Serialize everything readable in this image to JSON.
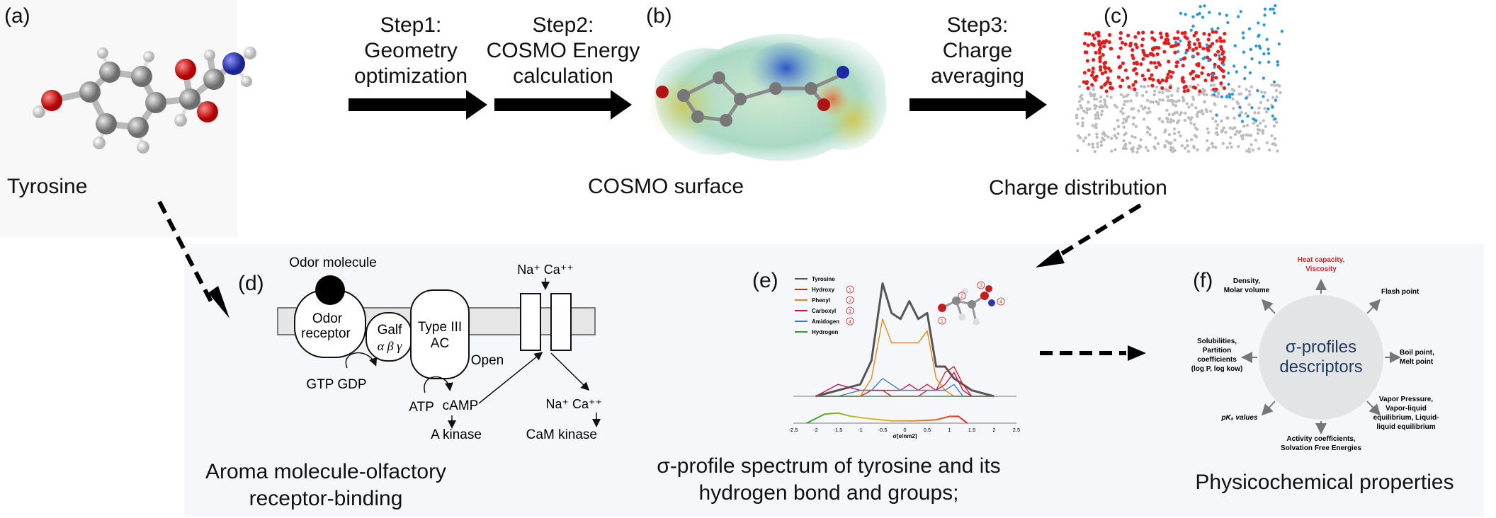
{
  "panels": {
    "a": {
      "label": "(a)",
      "molecule_name": "Tyrosine"
    },
    "b": {
      "label": "(b)",
      "caption": "COSMO surface"
    },
    "c": {
      "label": "(c)",
      "caption": "Charge distribution"
    },
    "d": {
      "label": "(d)",
      "caption_line1": "Aroma molecule-olfactory",
      "caption_line2": "receptor-binding"
    },
    "e": {
      "label": "(e)",
      "caption_line1": "σ-profile spectrum of tyrosine and its",
      "caption_line2": "hydrogen bond and groups;"
    },
    "f": {
      "label": "(f)",
      "caption": "Physicochemical properties"
    }
  },
  "steps": [
    {
      "line1": "Step1:",
      "line2": "Geometry",
      "line3": "optimization"
    },
    {
      "line1": "Step2:",
      "line2": "COSMO Energy",
      "line3": "calculation"
    },
    {
      "line1": "Step3:",
      "line2": "Charge",
      "line3": "averaging"
    }
  ],
  "receptor": {
    "odor_molecule": "Odor molecule",
    "odor_receptor_1": "Odor",
    "odor_receptor_2": "receptor",
    "galf": "Galf",
    "galf_sub": "α β γ",
    "type3_1": "Type III",
    "type3_2": "AC",
    "channel_top": "Na⁺ Ca⁺⁺",
    "open": "Open",
    "gtp_gdp": "GTP GDP",
    "atp": "ATP",
    "camp": "cAMP",
    "a_kinase": "A kinase",
    "channel_bottom": "Na⁺ Ca⁺⁺",
    "cam_kinase": "CaM kinase"
  },
  "sigma_chart": {
    "legend": [
      {
        "name": "Tyrosine",
        "color": "#555555"
      },
      {
        "name": "Hydroxy",
        "color": "#d62728",
        "badge": "1"
      },
      {
        "name": "Phenyl",
        "color": "#e08a1e",
        "badge": "2"
      },
      {
        "name": "Carboxyl",
        "color": "#c2185b",
        "badge": "3"
      },
      {
        "name": "Amidogen",
        "color": "#3b7fbf",
        "badge": "4"
      },
      {
        "name": "Hydrogen",
        "color": "#2e9c2e"
      }
    ],
    "xticks": [
      "-2.5",
      "-2",
      "-1.5",
      "-1",
      "-0.5",
      "0",
      "0.5",
      "1",
      "1.5",
      "2",
      "2.5"
    ],
    "xlabel": "σ[e/nm2]"
  },
  "chart_data": {
    "type": "line",
    "xlabel": "σ[e/nm2]",
    "xlim": [
      -2.5,
      2.5
    ],
    "x": [
      -2.0,
      -1.5,
      -1.0,
      -0.75,
      -0.5,
      -0.3,
      -0.1,
      0.1,
      0.3,
      0.5,
      0.7,
      0.9,
      1.1,
      1.3,
      1.5,
      2.0
    ],
    "series": [
      {
        "name": "Tyrosine",
        "values": [
          0,
          1,
          2,
          6,
          19,
          14,
          13,
          16,
          13,
          14,
          5,
          5,
          3,
          2,
          1,
          0
        ]
      },
      {
        "name": "Hydroxy",
        "values": [
          0,
          0,
          0,
          1,
          1,
          0,
          0,
          0,
          0,
          1,
          1,
          4,
          5,
          2,
          0,
          0
        ]
      },
      {
        "name": "Phenyl",
        "values": [
          0,
          0,
          0,
          3,
          13,
          9,
          9,
          9,
          9,
          11,
          3,
          1,
          0,
          0,
          0,
          0
        ]
      },
      {
        "name": "Carboxyl",
        "values": [
          0,
          2,
          1,
          1,
          1,
          1,
          1,
          2,
          1,
          2,
          1,
          2,
          4,
          1,
          0,
          0
        ]
      },
      {
        "name": "Amidogen",
        "values": [
          0,
          0,
          1,
          1,
          3,
          2,
          1,
          1,
          1,
          1,
          1,
          1,
          2,
          0,
          0,
          0
        ]
      },
      {
        "name": "Hydrogen",
        "values": [
          0,
          0,
          0,
          0,
          0,
          0,
          0,
          0,
          0,
          0,
          0,
          0,
          0,
          0,
          0,
          0
        ]
      }
    ]
  },
  "properties": {
    "center_line1": "σ-profiles",
    "center_line2": "descriptors",
    "heat": "Heat capacity,",
    "heat2": "Viscosity",
    "density": "Density,",
    "density2": "Molar volume",
    "flash": "Flash point",
    "boil": "Boil point,",
    "boil2": "Melt point",
    "vapor1": "Vapor Pressure,",
    "vapor2": "Vapor-liquid",
    "vapor3": "equilibrium, Liquid-",
    "vapor4": "liquid equilibrium",
    "activity1": "Activity coefficients,",
    "activity2": "Solvation Free Energies",
    "pka": "pKₐ values",
    "sol1": "Solubilities,",
    "sol2": "Partition",
    "sol3": "coefficients",
    "sol4": "(log P, log kow)"
  },
  "colors": {
    "oxygen": "#d41f1f",
    "nitrogen": "#2a35b5",
    "carbon": "#8a8a8a",
    "hydrogen": "#e6e6e6",
    "accent_red": "#c62828"
  }
}
